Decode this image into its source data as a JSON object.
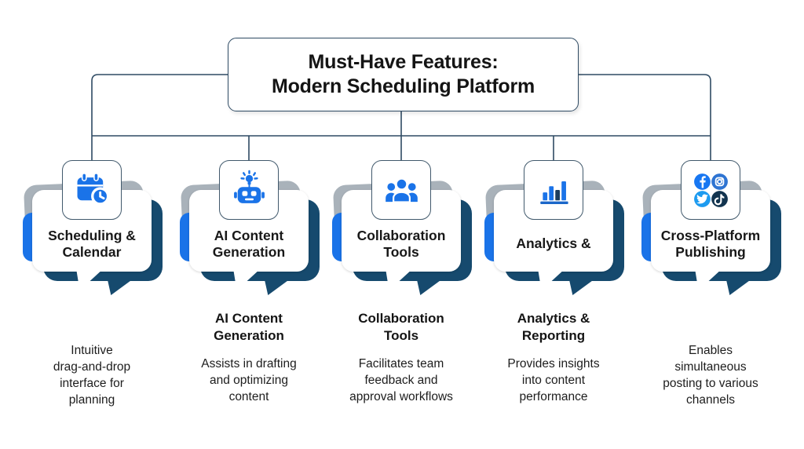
{
  "title": {
    "line1": "Must-Have Features:",
    "line2": "Modern Scheduling Platform"
  },
  "features": [
    {
      "id": "scheduling-calendar",
      "icon": "calendar-clock-icon",
      "card_label_lines": [
        "Scheduling &",
        "Calendar"
      ],
      "desc_heading_lines": [],
      "desc_body_lines": [
        "Intuitive",
        "drag-and-drop",
        "interface for",
        "planning"
      ]
    },
    {
      "id": "ai-content-generation",
      "icon": "robot-ai-icon",
      "card_label_lines": [
        "AI Content",
        "Generation"
      ],
      "desc_heading_lines": [
        "AI Content",
        "Generation"
      ],
      "desc_body_lines": [
        "Assists in drafting",
        "and optimizing",
        "content"
      ]
    },
    {
      "id": "collaboration-tools",
      "icon": "team-people-icon",
      "card_label_lines": [
        "Collaboration",
        "Tools"
      ],
      "desc_heading_lines": [
        "Collaboration",
        "Tools"
      ],
      "desc_body_lines": [
        "Facilitates team",
        "feedback and",
        "approval workflows"
      ]
    },
    {
      "id": "analytics-reporting",
      "icon": "bar-chart-icon",
      "card_label_lines": [
        "Analytics &"
      ],
      "desc_heading_lines": [
        "Analytics &",
        "Reporting"
      ],
      "desc_body_lines": [
        "Provides insights",
        "into content",
        "performance"
      ]
    },
    {
      "id": "cross-platform-publishing",
      "icon": "social-platforms-icon",
      "social_icons": [
        "facebook-icon",
        "instagram-icon",
        "twitter-icon",
        "tiktok-icon"
      ],
      "card_label_lines": [
        "Cross-Platform",
        "Publishing"
      ],
      "desc_heading_lines": [],
      "desc_body_lines": [
        "Enables",
        "simultaneous",
        "posting to various",
        "channels"
      ]
    }
  ],
  "colors": {
    "accent_blue": "#1a73e8",
    "deep_navy": "#164a6e",
    "layer_gray": "#a9b2ba",
    "connector_line": "#2e4a63",
    "chart_dark_bar": "#1d3e5e",
    "chart_baseline": "#1a66c9",
    "facebook_blue": "#1877f2",
    "instagram_blue": "#2e74d2",
    "twitter_blue": "#1d9bf0",
    "tiktok_navy": "#12344f",
    "text_dark": "#181818"
  }
}
